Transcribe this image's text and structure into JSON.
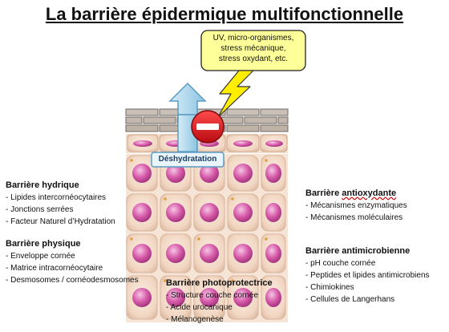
{
  "title": "La barrière épidermique multifonctionnelle",
  "callout": {
    "lines": [
      "UV, micro-organismes,",
      "stress mécanique,",
      "stress oxydant, etc."
    ]
  },
  "dehydration_label": "Déshydratation",
  "barriers": {
    "hydrique": {
      "title": "Barrière hydrique",
      "items": [
        "- Lipides intercornéocytaires",
        "- Jonctions serrées",
        "- Facteur Naturel d’Hydratation"
      ]
    },
    "physique": {
      "title": "Barrière physique",
      "items": [
        "- Enveloppe cornée",
        "- Matrice intracornéocytaire",
        "- Desmosomes / cornéodesmosomes"
      ]
    },
    "photoprotectrice": {
      "title": "Barrière photoprotectrice",
      "items": [
        "- Structure couche cornée",
        "- Acide urocanique",
        "- Mélanogenèse"
      ]
    },
    "antioxydante": {
      "title_prefix": "Barrière ",
      "title_word": "antioxydante",
      "items": [
        "- Mécanismes enzymatiques",
        "- Mécanismes moléculaires"
      ]
    },
    "antimicrobienne": {
      "title": "Barrière antimicrobienne",
      "items": [
        "- pH couche cornée",
        "- Peptides et lipides antimicrobiens",
        "- Chimiokines",
        "- Cellules de Langerhans"
      ]
    }
  },
  "colors": {
    "callout_fill": "#ffff99",
    "lightning": "#ffee00",
    "stop_sign": "#e3141c",
    "arrow": "#a8d4ec",
    "brick": "#c2b8ae",
    "cell": "#f1d6c2",
    "nucleus": "#d65aa8"
  }
}
